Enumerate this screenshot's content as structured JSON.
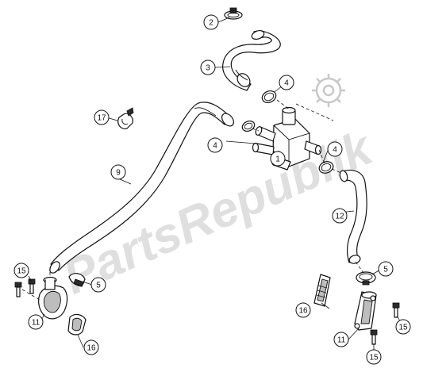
{
  "watermark": "PartsRepublik",
  "callouts": [
    {
      "id": "c-1",
      "label": "1"
    },
    {
      "id": "c-2",
      "label": "2"
    },
    {
      "id": "c-3",
      "label": "3"
    },
    {
      "id": "c-4a",
      "label": "4"
    },
    {
      "id": "c-4b",
      "label": "4"
    },
    {
      "id": "c-4c",
      "label": "4"
    },
    {
      "id": "c-5a",
      "label": "5"
    },
    {
      "id": "c-5b",
      "label": "5"
    },
    {
      "id": "c-9",
      "label": "9"
    },
    {
      "id": "c-11a",
      "label": "11"
    },
    {
      "id": "c-11b",
      "label": "11"
    },
    {
      "id": "c-12",
      "label": "12"
    },
    {
      "id": "c-15a",
      "label": "15"
    },
    {
      "id": "c-15b",
      "label": "15"
    },
    {
      "id": "c-15c",
      "label": "15"
    },
    {
      "id": "c-16a",
      "label": "16"
    },
    {
      "id": "c-16b",
      "label": "16"
    },
    {
      "id": "c-17",
      "label": "17"
    }
  ]
}
